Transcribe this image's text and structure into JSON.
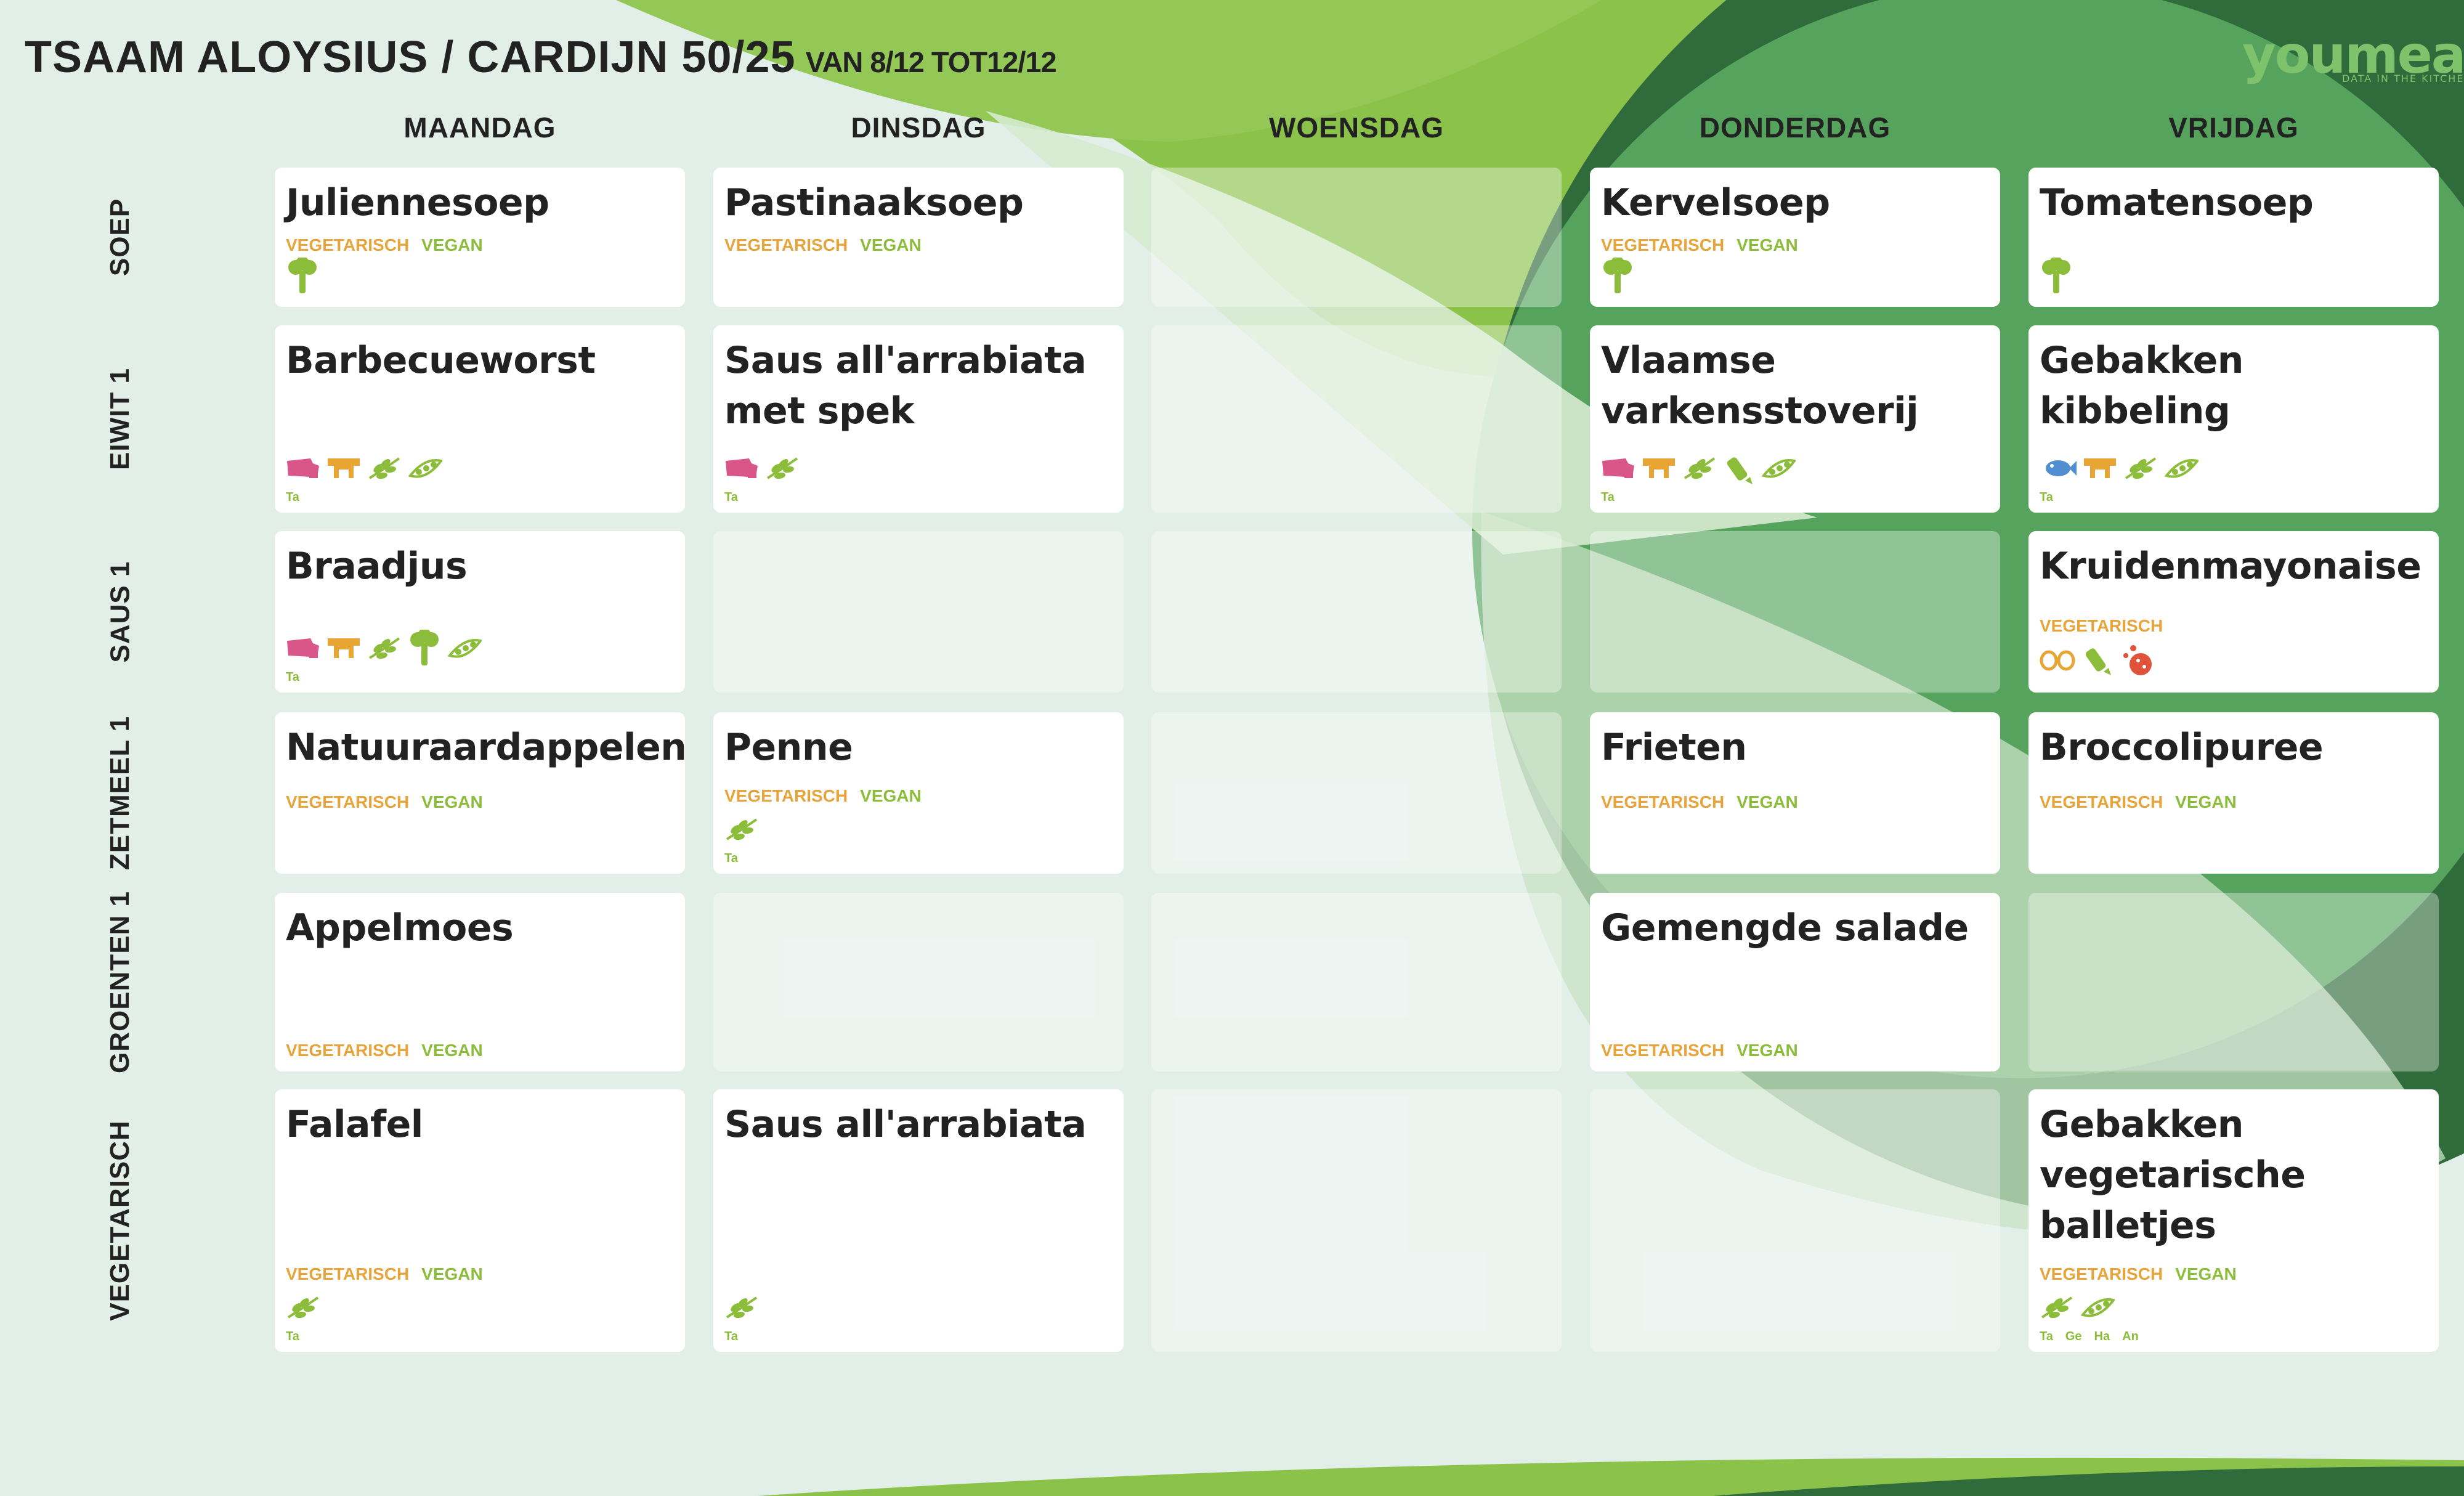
{
  "header": {
    "title": "TSAAM ALOYSIUS / CARDIJN 50/25",
    "subtitle": "VAN 8/12 TOT12/12",
    "logo_text": "youmeal",
    "logo_tagline": "DATA IN THE KITCHEN"
  },
  "days": [
    "MAANDAG",
    "DINSDAG",
    "WOENSDAG",
    "DONDERDAG",
    "VRIJDAG"
  ],
  "rows": [
    "SOEP",
    "EIWIT 1",
    "SAUS 1",
    "ZETMEEL 1",
    "GROENTEN 1",
    "VEGETARISCH"
  ],
  "labels": {
    "vegetarisch": "VEGETARISCH",
    "vegan": "VEGAN"
  },
  "colors": {
    "tag_vegetarisch": "#e6a43a",
    "tag_vegan": "#8cbd3a",
    "icon_green": "#8cbd3a",
    "icon_pink": "#d9568a",
    "icon_orange": "#e9a534",
    "icon_blue": "#4f8fd0",
    "icon_red": "#e0533a",
    "bg_light_green": "#8bc34a",
    "bg_dark_green": "#2f6b3b",
    "bg_mid_green": "#55a35c"
  },
  "grid": [
    [
      {
        "dish": "Juliennesoep",
        "vegetarisch": true,
        "vegan": true,
        "icons": [
          "celery-icon"
        ],
        "codes": []
      },
      {
        "dish": "Pastinaaksoep",
        "vegetarisch": true,
        "vegan": true,
        "icons": [],
        "codes": []
      },
      null,
      {
        "dish": "Kervelsoep",
        "vegetarisch": true,
        "vegan": true,
        "icons": [
          "celery-icon"
        ],
        "codes": []
      },
      {
        "dish": "Tomatensoep",
        "vegetarisch": false,
        "vegan": false,
        "icons": [
          "celery-icon"
        ],
        "codes": []
      }
    ],
    [
      {
        "dish": "Barbecueworst",
        "vegetarisch": false,
        "vegan": false,
        "icons": [
          "pork-icon",
          "milk-icon",
          "gluten-icon",
          "soy-icon"
        ],
        "codes": [
          "Ta"
        ]
      },
      {
        "dish": "Saus all'arrabiata met spek",
        "vegetarisch": false,
        "vegan": false,
        "icons": [
          "pork-icon",
          "gluten-icon"
        ],
        "codes": [
          "Ta"
        ]
      },
      null,
      {
        "dish": "Vlaamse varkensstoverij",
        "vegetarisch": false,
        "vegan": false,
        "icons": [
          "pork-icon",
          "milk-icon",
          "gluten-icon",
          "mustard-icon",
          "soy-icon"
        ],
        "codes": [
          "Ta"
        ]
      },
      {
        "dish": "Gebakken kibbeling",
        "vegetarisch": false,
        "vegan": false,
        "icons": [
          "fish-icon",
          "milk-icon",
          "gluten-icon",
          "soy-icon"
        ],
        "codes": [
          "Ta"
        ]
      }
    ],
    [
      {
        "dish": "Braadjus",
        "vegetarisch": false,
        "vegan": false,
        "icons": [
          "pork-icon",
          "milk-icon",
          "gluten-icon",
          "celery-icon",
          "soy-icon"
        ],
        "codes": [
          "Ta"
        ]
      },
      null,
      null,
      null,
      {
        "dish": "Kruidenmayonaise",
        "vegetarisch": true,
        "vegan": false,
        "icons": [
          "egg-icon",
          "mustard-icon",
          "sesame-icon"
        ],
        "codes": []
      }
    ],
    [
      {
        "dish": "Natuuraardappelen",
        "vegetarisch": true,
        "vegan": true,
        "icons": [],
        "codes": []
      },
      {
        "dish": "Penne",
        "vegetarisch": true,
        "vegan": true,
        "icons": [
          "gluten-icon"
        ],
        "codes": [
          "Ta"
        ]
      },
      null,
      {
        "dish": "Frieten",
        "vegetarisch": true,
        "vegan": true,
        "icons": [],
        "codes": []
      },
      {
        "dish": "Broccolipuree",
        "vegetarisch": true,
        "vegan": true,
        "icons": [],
        "codes": []
      }
    ],
    [
      {
        "dish": "Appelmoes",
        "vegetarisch": true,
        "vegan": true,
        "icons": [],
        "codes": []
      },
      null,
      null,
      {
        "dish": "Gemengde salade",
        "vegetarisch": true,
        "vegan": true,
        "icons": [],
        "codes": []
      },
      null
    ],
    [
      {
        "dish": "Falafel",
        "vegetarisch": true,
        "vegan": true,
        "icons": [
          "gluten-icon"
        ],
        "codes": [
          "Ta"
        ]
      },
      {
        "dish": "Saus all'arrabiata",
        "vegetarisch": false,
        "vegan": false,
        "icons": [
          "gluten-icon"
        ],
        "codes": [
          "Ta"
        ]
      },
      null,
      null,
      {
        "dish": "Gebakken vegetarische balletjes",
        "vegetarisch": true,
        "vegan": true,
        "icons": [
          "gluten-icon",
          "soy-icon"
        ],
        "codes": [
          "Ta",
          "Ge",
          "Ha",
          "An"
        ]
      }
    ]
  ]
}
